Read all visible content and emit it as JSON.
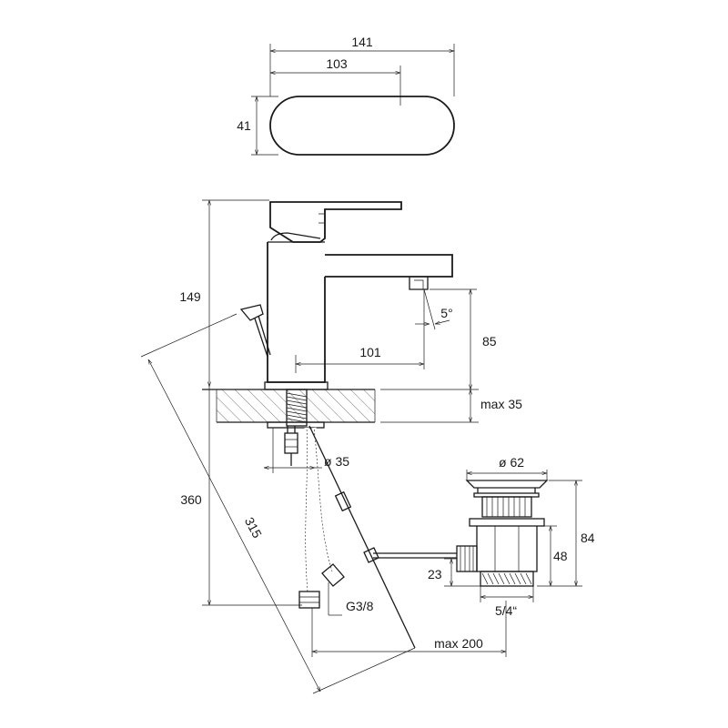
{
  "drawing": {
    "line_color": "#1a1a1a",
    "background": "#ffffff"
  },
  "dimensions": {
    "handle_length": "141",
    "handle_width_inner": "103",
    "handle_height": "41",
    "overall_height": "149",
    "spout_height": "85",
    "spout_reach": "101",
    "spout_angle": "5°",
    "counter_thickness": "max 35",
    "hole_diameter": "ø 35",
    "total_height": "360",
    "rod_length": "315",
    "connection": "G3/8",
    "waste_diameter": "ø 62",
    "waste_height": "84",
    "waste_body_height": "48",
    "waste_outlet_height": "23",
    "waste_thread": "5/4“",
    "max_offset": "max 200"
  }
}
